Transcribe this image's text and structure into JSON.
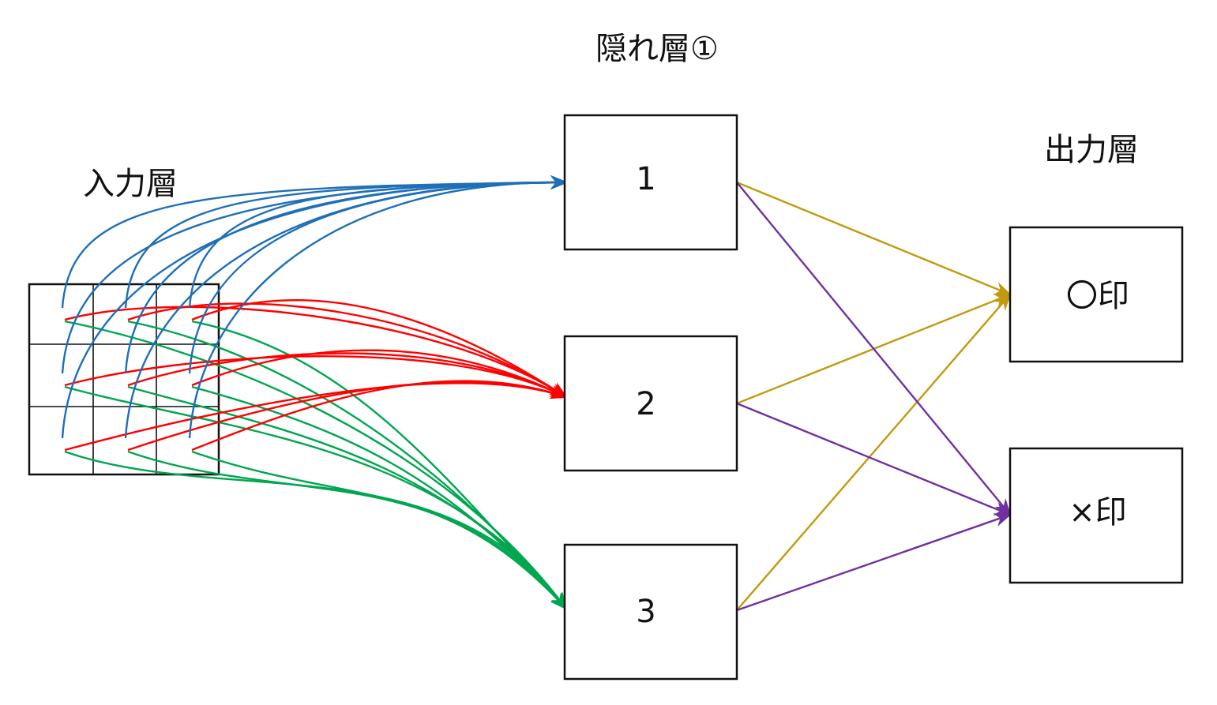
{
  "titles": {
    "input": "入力層",
    "hidden": "隠れ層①",
    "output": "出力層"
  },
  "hidden_nodes": [
    "1",
    "2",
    "3"
  ],
  "output_nodes": [
    "〇印",
    "×印"
  ],
  "input_grid": {
    "rows": 3,
    "cols": 3
  },
  "colors": {
    "to_hidden_1": "#1f6fb8",
    "to_hidden_2": "#ff0000",
    "to_hidden_3": "#00a650",
    "to_output_circle": "#c19a0e",
    "to_output_cross": "#7030a0",
    "box_stroke": "#111111"
  }
}
